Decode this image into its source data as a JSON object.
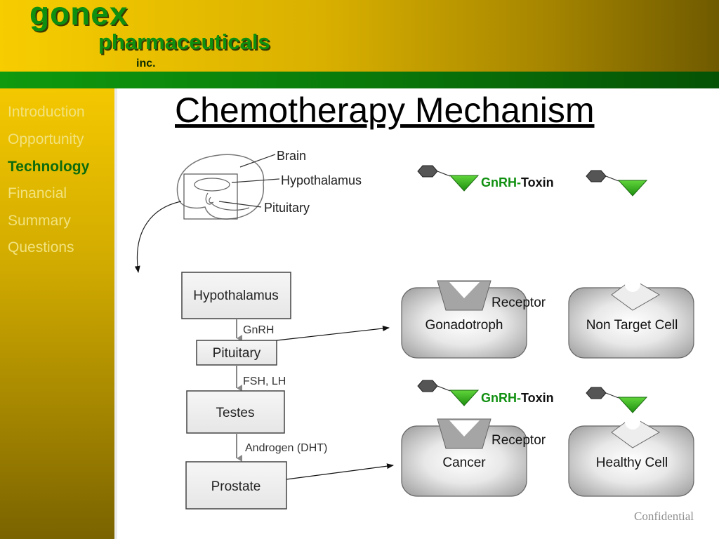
{
  "logo": {
    "main": "gonex",
    "sub": "pharmaceuticals",
    "inc": "inc."
  },
  "sidebar": {
    "items": [
      {
        "label": "Introduction",
        "active": false
      },
      {
        "label": "Opportunity",
        "active": false
      },
      {
        "label": "Technology",
        "active": true
      },
      {
        "label": "Financial",
        "active": false
      },
      {
        "label": "Summary",
        "active": false
      },
      {
        "label": "Questions",
        "active": false
      }
    ]
  },
  "slide": {
    "title": "Chemotherapy Mechanism",
    "footer": "Confidential"
  },
  "brain_diagram": {
    "brain": "Brain",
    "hypothalamus": "Hypothalamus",
    "pituitary": "Pituitary"
  },
  "flow": {
    "hypothalamus": "Hypothalamus",
    "gnrh": "GnRH",
    "pituitary": "Pituitary",
    "fsh_lh": "FSH, LH",
    "testes": "Testes",
    "androgen": "Androgen (DHT)",
    "prostate": "Prostate"
  },
  "conjugate": {
    "gnrh": "GnRH-",
    "toxin": "Toxin"
  },
  "cells": {
    "receptor_label": "Receptor",
    "gonadotroph": "Gonadotroph",
    "non_target": "Non Target Cell",
    "cancer": "Cancer",
    "healthy": "Healthy Cell"
  },
  "colors": {
    "gnrh_green": "#109010",
    "triangle_green": "#33bb1a",
    "nav_active": "#0d6b0d",
    "nav_inactive": "#f2e27e"
  }
}
